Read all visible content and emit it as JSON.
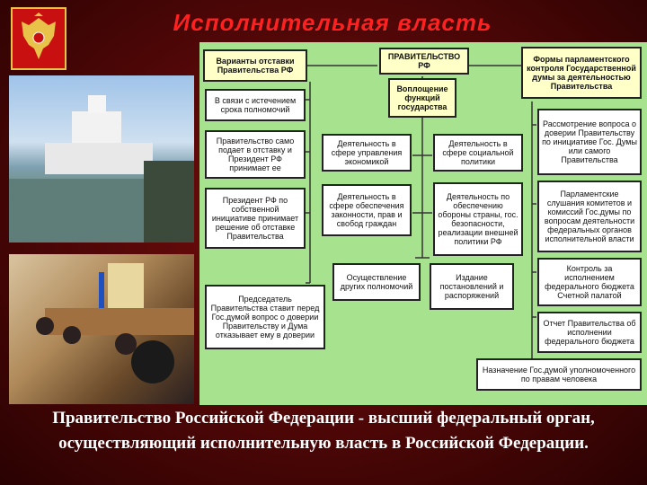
{
  "title": "Исполнительная власть",
  "diagram": {
    "boxes": {
      "resign_options": "Варианты отставки Правительства РФ",
      "government": "ПРАВИТЕЛЬСТВО РФ",
      "parliament_forms": "Формы парламентского контроля Государственной думы за деятельностью Правительства",
      "functions": "Воплощение функций государства",
      "r1": "В связи с истечением срока полномочий",
      "r2": "Правительство само подает в отставку и Президент РФ принимает ее",
      "r3": "Президент РФ по собственной инициативе принимает решение об отставке Правительства",
      "r4": "Председатель Правительства ставит перед Гос.думой вопрос о доверии Правительству и Дума отказывает ему в доверии",
      "f1": "Деятельность в сфере управления экономикой",
      "f2": "Деятельность в сфере социальной политики",
      "f3": "Деятельность в сфере обеспечения законности, прав и свобод граждан",
      "f4": "Деятельность по обеспечению обороны страны, гос. безопасности, реализации внешней политики РФ",
      "f5": "Осуществление других полномочий",
      "f6": "Издание постановлений и распоряжений",
      "p1": "Рассмотрение вопроса о доверии Правительству по инициативе Гос. Думы или самого Правительства",
      "p2": "Парламентские слушания комитетов и комиссий Гос.думы по вопросам деятельности федеральных органов исполнительной власти",
      "p3": "Контроль за исполнением федерального бюджета Счетной палатой",
      "p4": "Отчет Правительства об исполнении федерального бюджета",
      "p5": "Назначение Гос.думой уполномоченного по правам человека"
    }
  },
  "caption": "Правительство Российской Федерации - высший федеральный орган, осуществляющий исполнительную власть в Российской Федерации.",
  "colors": {
    "background": "#4a0606",
    "title": "#ff2020",
    "diagram_bg": "#a7e28f",
    "box_header": "#ffffc8"
  }
}
